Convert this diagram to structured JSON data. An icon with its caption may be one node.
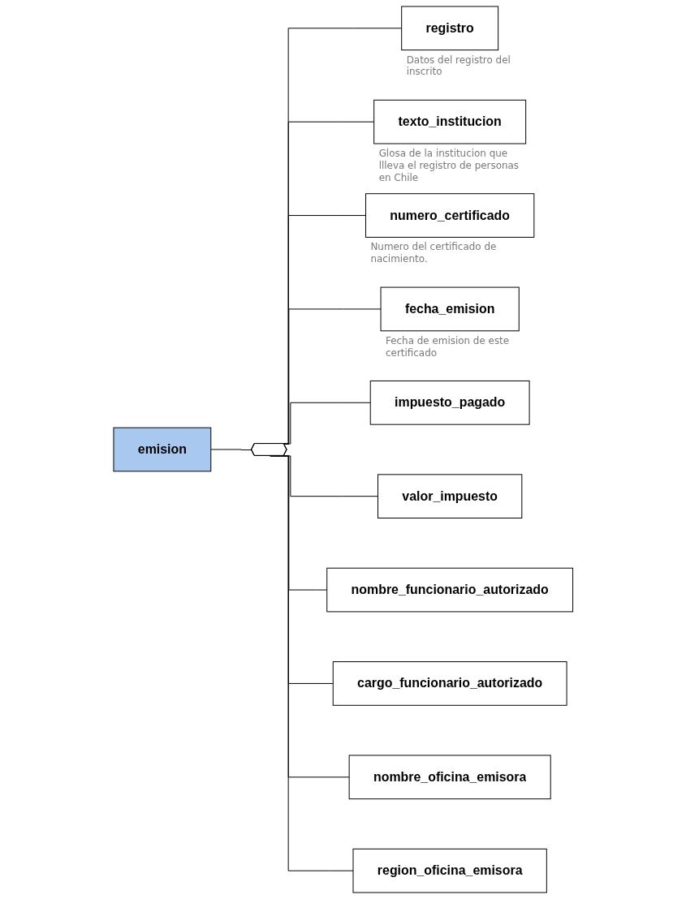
{
  "diagram": {
    "nodes": [
      {
        "text": [
          "emision"
        ]
      },
      {
        "text": [],
        "shape": "octagon"
      },
      {
        "text": [
          "registro"
        ],
        "beside": [
          "Datos del registro del inscrito"
        ]
      },
      {
        "text": [
          "texto_institucion"
        ],
        "beside": [
          "Glosa de la institucion que llleva el registro de personas en Chile"
        ]
      },
      {
        "text": [
          "numero_certificado"
        ],
        "beside": [
          "Numero del certificado de nacimiento."
        ]
      },
      {
        "text": [
          "fecha_emision"
        ],
        "beside": [
          "Fecha de emision de este certificado"
        ]
      },
      {
        "text": [
          "impuesto_pagado"
        ]
      },
      {
        "text": [
          "valor_impuesto"
        ]
      },
      {
        "text": [
          "nombre_funcionario_autorizado"
        ]
      },
      {
        "text": [
          "cargo_funcionario_autorizado"
        ]
      },
      {
        "text": [
          "nombre_oficina_emisora"
        ]
      },
      {
        "text": [
          "region_oficina_emisora"
        ]
      }
    ],
    "edges": [
      {
        "from": 0,
        "to": 1,
        "arrow": "none"
      },
      {
        "from": 1,
        "to": 2,
        "arrow": "none"
      },
      {
        "from": 1,
        "to": 3,
        "arrow": "none"
      },
      {
        "from": 1,
        "to": 4,
        "arrow": "none"
      },
      {
        "from": 1,
        "to": 5,
        "arrow": "none"
      },
      {
        "from": 1,
        "to": 6,
        "arrow": "none"
      },
      {
        "from": 1,
        "to": 7,
        "arrow": "none"
      },
      {
        "from": 1,
        "to": 8,
        "arrow": "none"
      },
      {
        "from": 1,
        "to": 9,
        "arrow": "none"
      },
      {
        "from": 1,
        "to": 10,
        "arrow": "none"
      },
      {
        "from": 1,
        "to": 11,
        "arrow": "none"
      }
    ]
  }
}
